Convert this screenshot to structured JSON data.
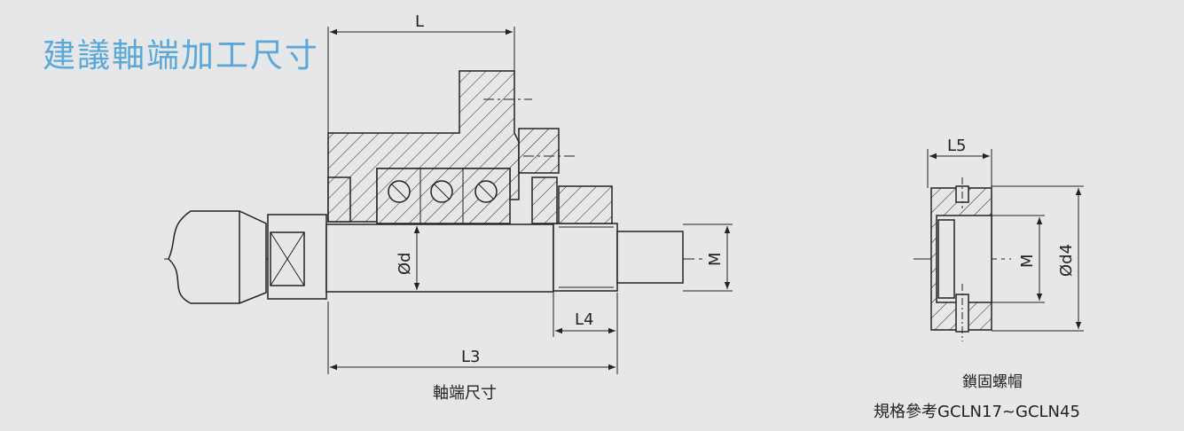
{
  "title": "建議軸端加工尺寸",
  "shaft_drawing": {
    "caption": "軸端尺寸",
    "dim_L": "L",
    "dim_L3": "L3",
    "dim_L4": "L4",
    "dim_d": "Ød",
    "dim_M": "M"
  },
  "nut_drawing": {
    "caption": "鎖固螺帽",
    "spec": "規格參考GCLN17~GCLN45",
    "dim_L5": "L5",
    "dim_M": "M",
    "dim_d4": "Ød4"
  },
  "colors": {
    "background": "#e6e7e8",
    "title": "#5ba8d8",
    "line": "#222222"
  }
}
